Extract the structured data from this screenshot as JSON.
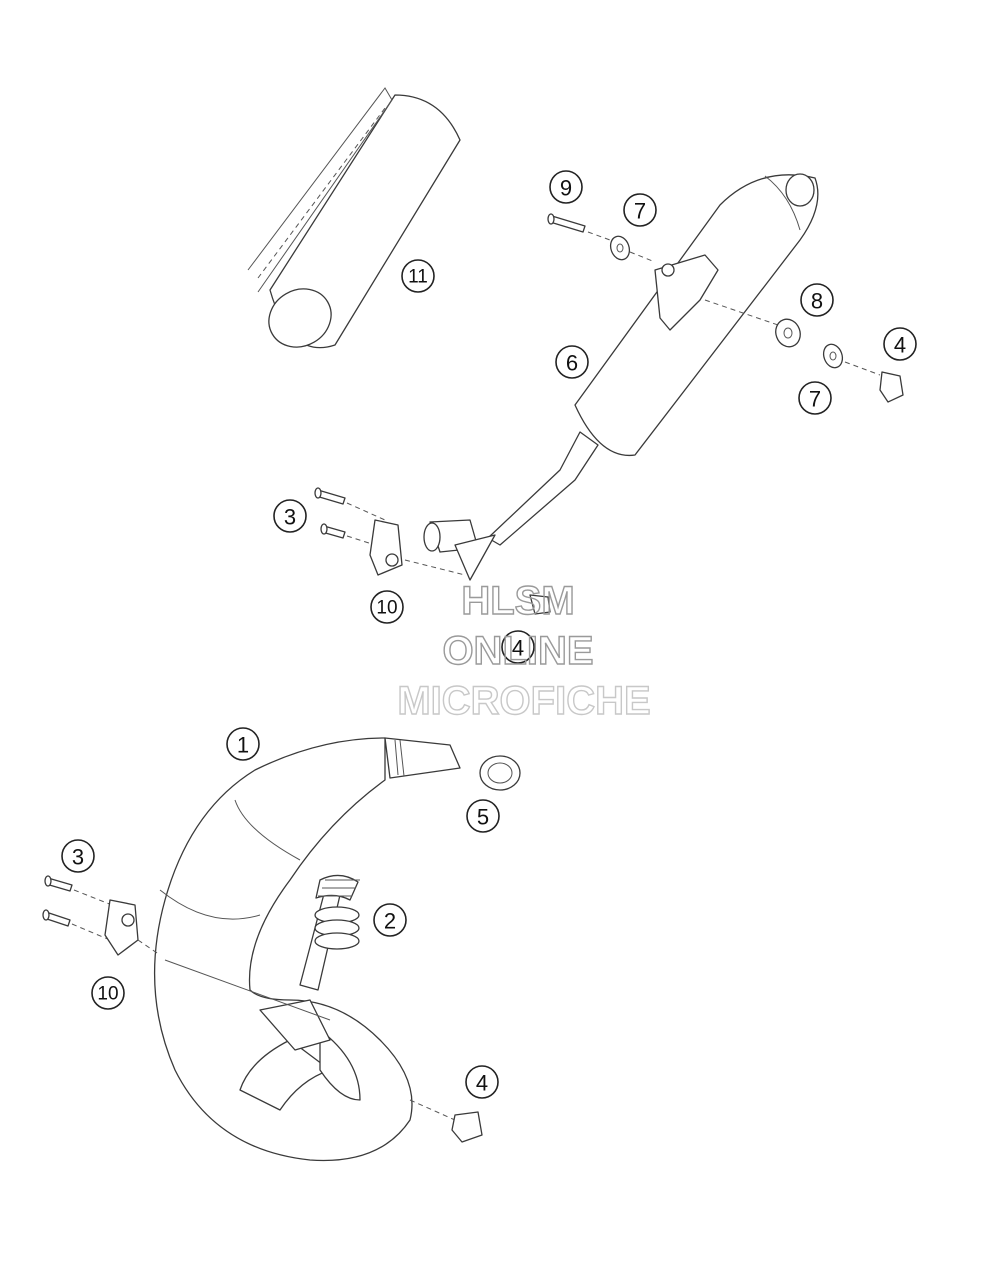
{
  "callouts": [
    {
      "id": "c1",
      "label": "1"
    },
    {
      "id": "c2",
      "label": "2"
    },
    {
      "id": "c3a",
      "label": "3"
    },
    {
      "id": "c3b",
      "label": "3"
    },
    {
      "id": "c4a",
      "label": "4"
    },
    {
      "id": "c4b",
      "label": "4"
    },
    {
      "id": "c4c",
      "label": "4"
    },
    {
      "id": "c5",
      "label": "5"
    },
    {
      "id": "c6",
      "label": "6"
    },
    {
      "id": "c7a",
      "label": "7"
    },
    {
      "id": "c7b",
      "label": "7"
    },
    {
      "id": "c8",
      "label": "8"
    },
    {
      "id": "c9",
      "label": "9"
    },
    {
      "id": "c10a",
      "label": "10"
    },
    {
      "id": "c10b",
      "label": "10"
    },
    {
      "id": "c11",
      "label": "11"
    }
  ],
  "watermark": {
    "line1": "HLSM",
    "line2": "ONLINE",
    "line3": "MICROFICHE"
  },
  "colors": {
    "line": "#3a3a3a",
    "watermark": "#9a9a9a",
    "background": "#ffffff"
  }
}
